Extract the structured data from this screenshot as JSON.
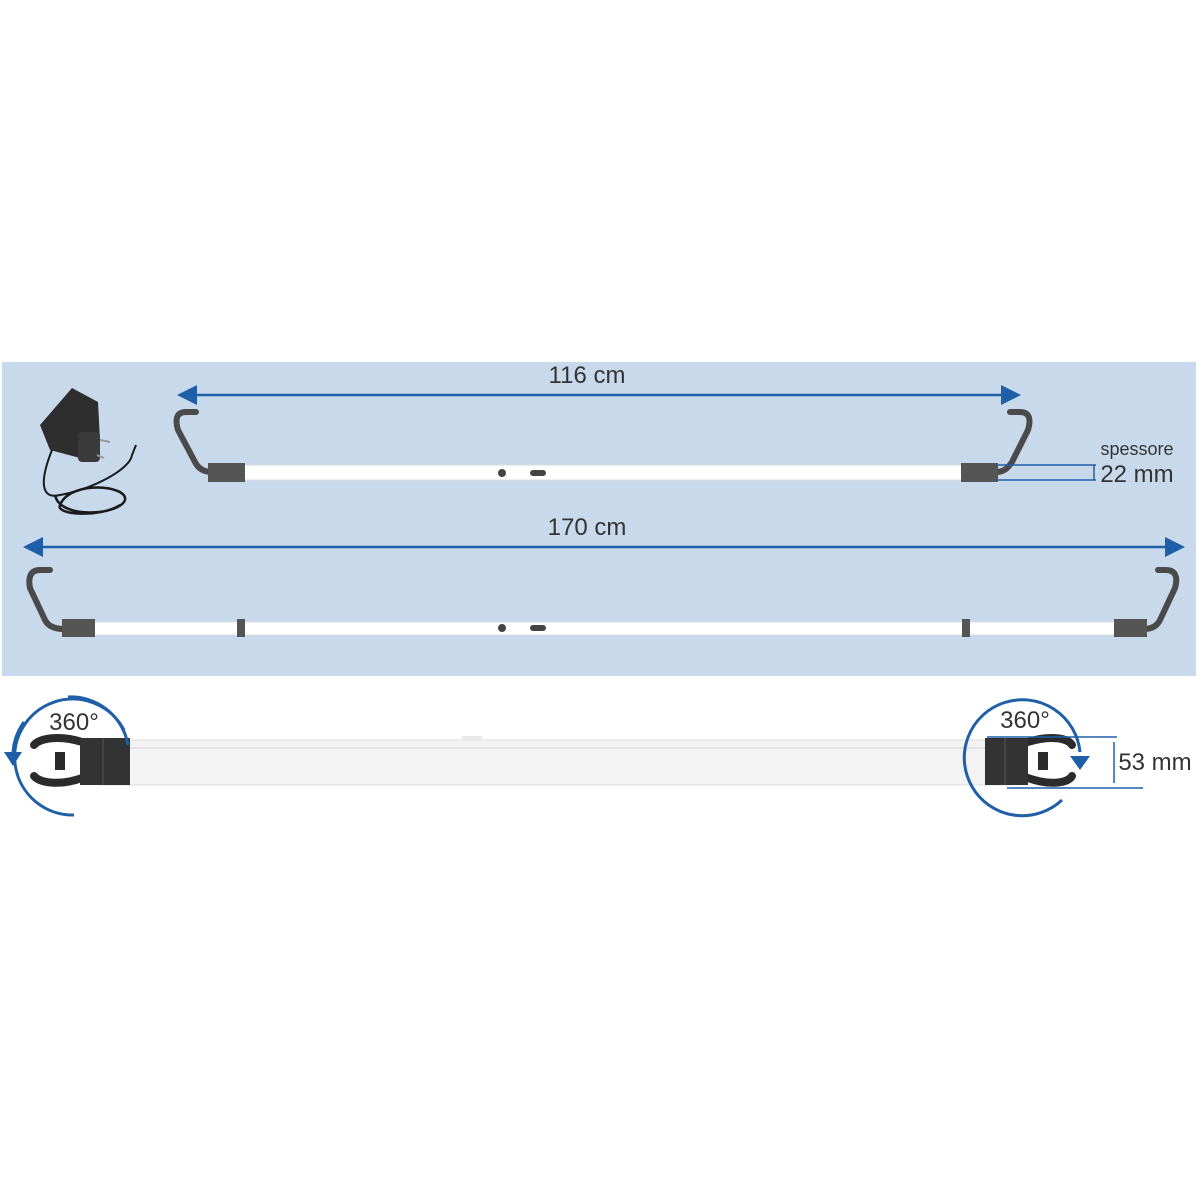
{
  "colors": {
    "panel": "#c9d9ec",
    "accent": "#1f5fa8",
    "cap": "#555555",
    "tube": "#ffffff"
  },
  "short_bar": {
    "length_label": "116 cm",
    "thickness_caption": "spessore",
    "thickness_label": "22 mm"
  },
  "long_bar": {
    "length_label": "170 cm"
  },
  "rotation": {
    "left_label": "360°",
    "right_label": "360°",
    "height_label": "53 mm"
  }
}
